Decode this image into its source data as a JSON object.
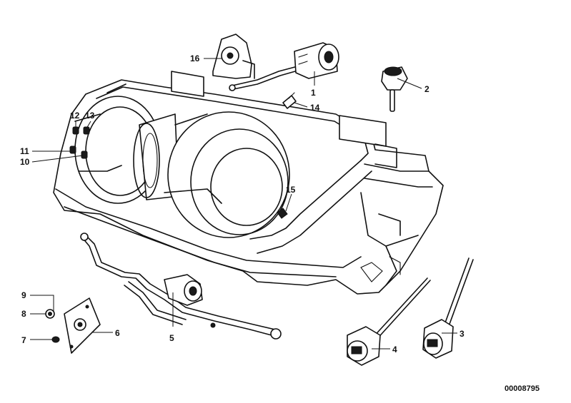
{
  "diagram": {
    "reference_number": "00008795",
    "callouts": {
      "c1": "1",
      "c2": "2",
      "c3": "3",
      "c4": "4",
      "c5": "5",
      "c6": "6",
      "c7": "7",
      "c8": "8",
      "c9": "9",
      "c10": "10",
      "c11": "11",
      "c12": "12",
      "c13": "13",
      "c14": "14",
      "c15": "15",
      "c16": "16"
    }
  }
}
